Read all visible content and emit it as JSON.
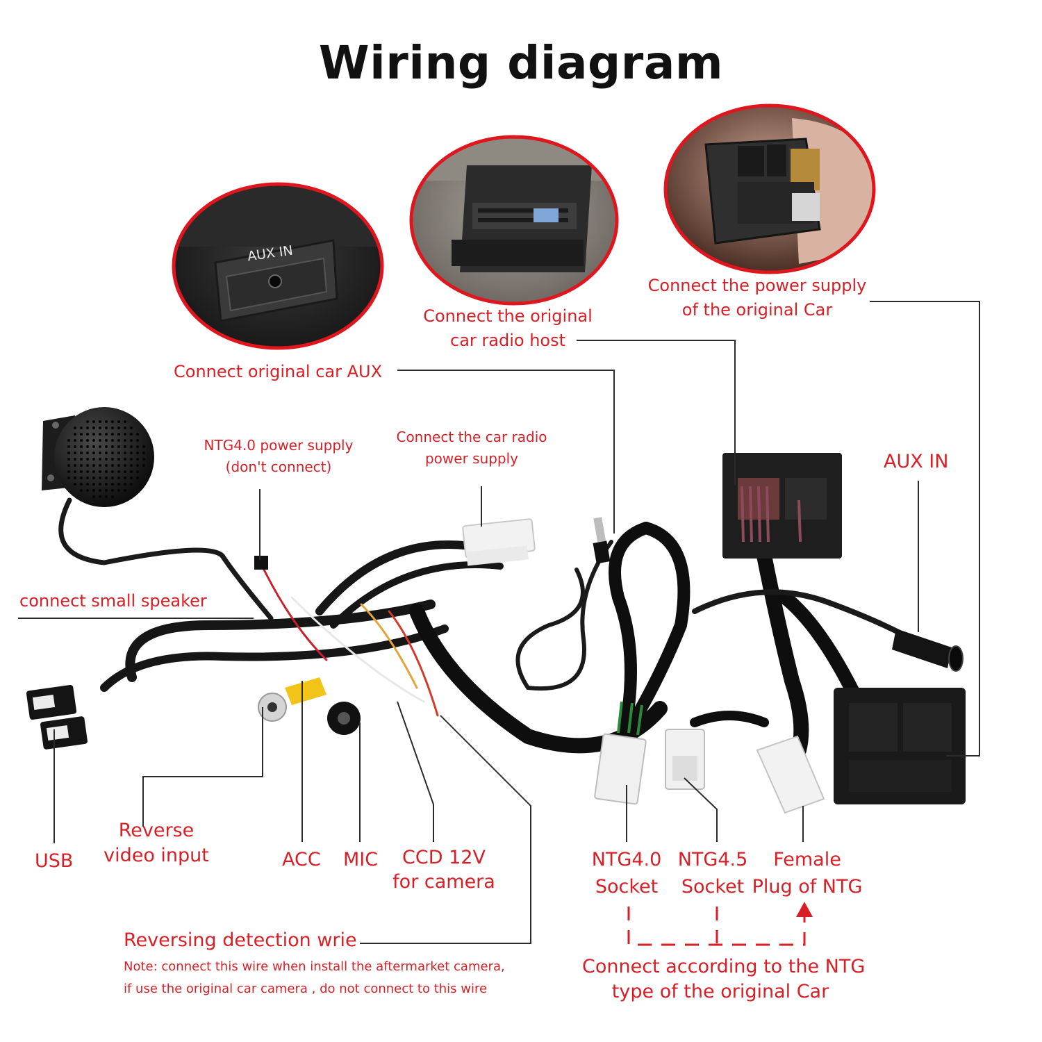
{
  "title": "Wiring diagram",
  "photos": {
    "aux_panel_text": "AUX IN"
  },
  "labels": {
    "power_supply_original": [
      "Connect the power supply",
      "of the original Car"
    ],
    "radio_host": [
      "Connect the original",
      "car radio host"
    ],
    "original_aux": "Connect original car AUX",
    "ntg40_power": [
      "NTG4.0 power supply",
      "(don't connect)"
    ],
    "car_radio_power": [
      "Connect the car radio",
      "power supply"
    ],
    "aux_in": "AUX IN",
    "small_speaker": "connect  small speaker",
    "usb": "USB",
    "reverse_video": [
      "Reverse",
      "video input"
    ],
    "acc": "ACC",
    "mic": "MIC",
    "ccd": [
      "CCD 12V",
      "for camera"
    ],
    "ntg40_socket": [
      "NTG4.0",
      "Socket"
    ],
    "ntg45_socket": [
      "NTG4.5",
      "Socket"
    ],
    "female_plug": [
      "Female",
      "Plug of NTG"
    ],
    "reversing_detection": "Reversing detection wrie",
    "note": [
      "Note: connect this wire when install the aftermarket camera,",
      "if use the original car camera , do not connect to this wire"
    ],
    "ntg_type": [
      "Connect according to the NTG",
      "type of the original Car"
    ]
  },
  "colors": {
    "label": "#d81f26",
    "title": "#111111",
    "cable": "#161616",
    "photo_border": "#e0161e"
  }
}
